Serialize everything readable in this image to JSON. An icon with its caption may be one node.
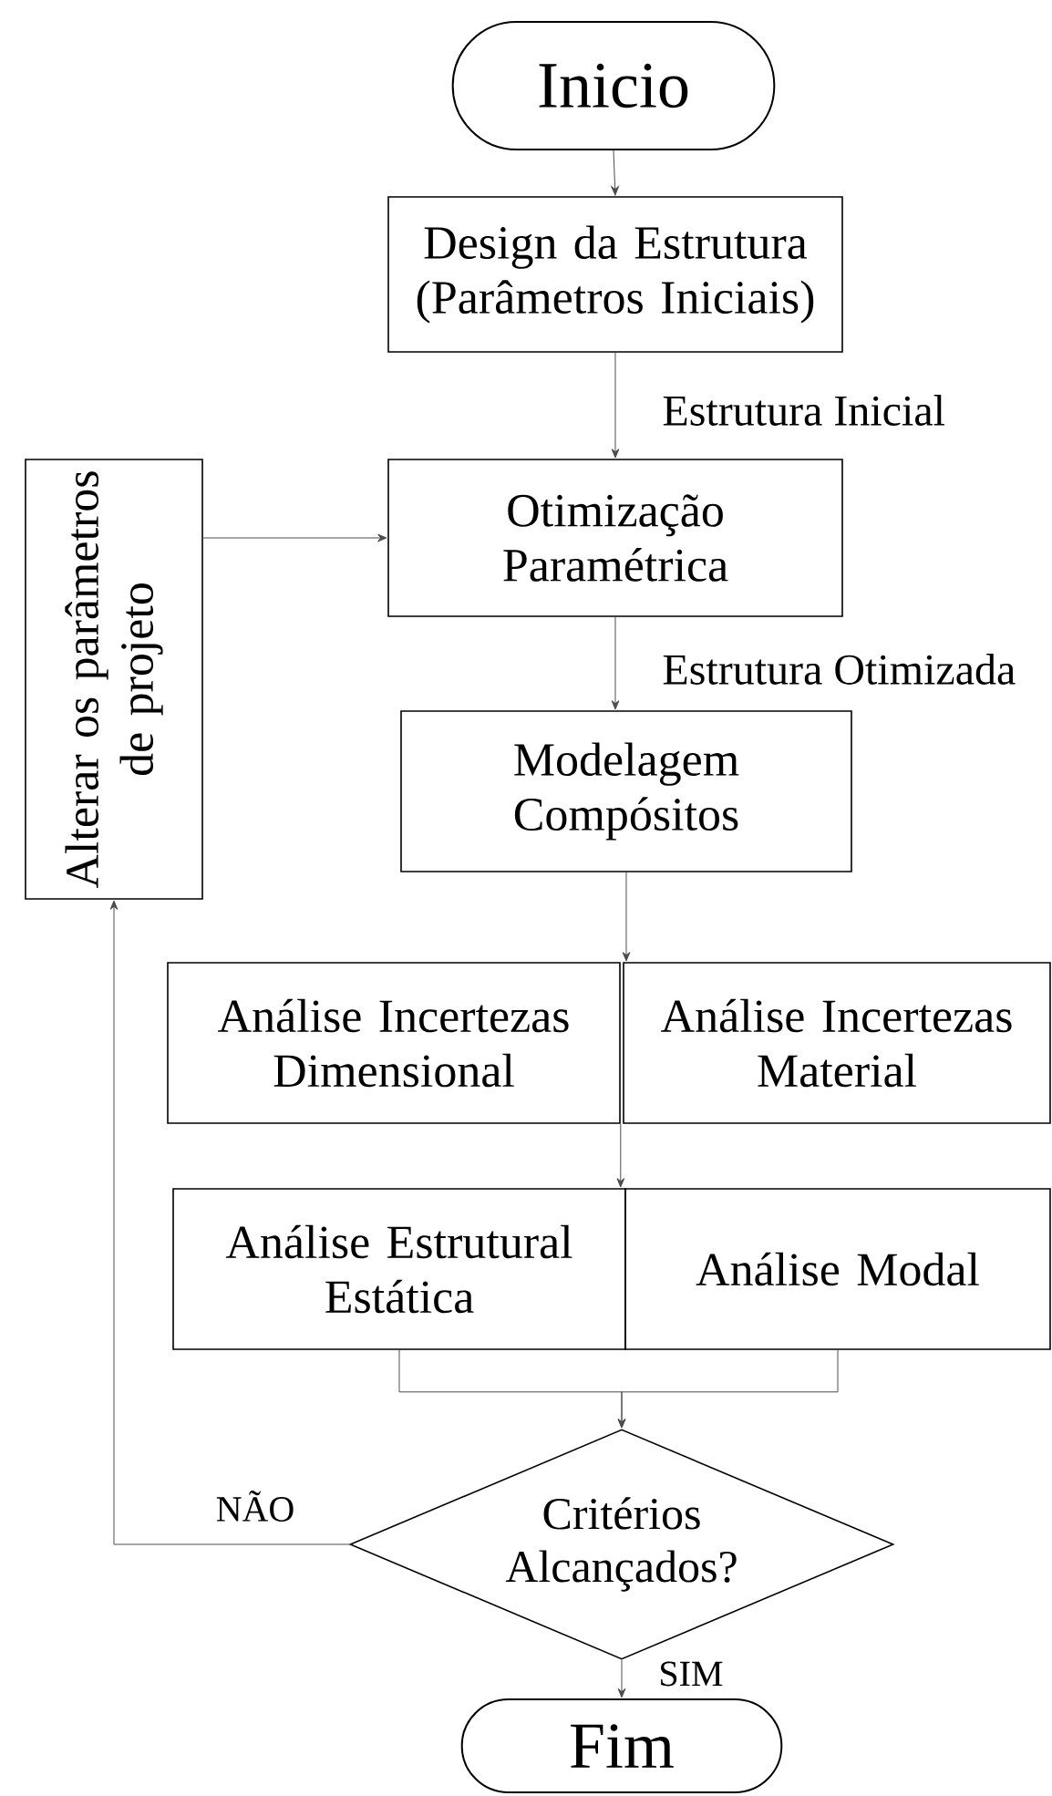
{
  "diagram": {
    "nodes": [
      {
        "text": [
          "Inicio"
        ]
      },
      {
        "text": [
          "Design da Estrutura (Parâmetros Iniciais)"
        ]
      },
      {
        "text": [
          "Otimização Paramétrica"
        ]
      },
      {
        "text": [
          "Alterar os parâmetros de projeto"
        ]
      },
      {
        "text": [
          "Modelagem Compósitos"
        ]
      },
      {
        "text": [
          "Análise Incertezas Dimensional"
        ]
      },
      {
        "text": [
          "Análise Incertezas Material"
        ]
      },
      {
        "text": [
          "Análise Estrutural Estática"
        ]
      },
      {
        "text": [
          "Análise Modal"
        ]
      },
      {
        "text": [
          "Critérios Alcançados?"
        ]
      },
      {
        "text": [
          "Fim"
        ]
      }
    ],
    "edges": [
      {
        "from": 0,
        "to": 1,
        "arrow": "to"
      },
      {
        "from": 1,
        "to": 2,
        "arrow": "to",
        "label": "Estrutura Inicial"
      },
      {
        "from": 3,
        "to": 2,
        "arrow": "to"
      },
      {
        "from": 2,
        "to": 4,
        "arrow": "to",
        "label": "Estrutura Otimizada"
      },
      {
        "from": 4,
        "to": 5,
        "arrow": "to"
      },
      {
        "from": 5,
        "to": 7,
        "arrow": "to"
      },
      {
        "from": 7,
        "to": 9,
        "arrow": "to"
      },
      {
        "from": 8,
        "to": 9,
        "arrow": "to"
      },
      {
        "from": 9,
        "to": 3,
        "arrow": "to",
        "label": "NÃO"
      },
      {
        "from": 9,
        "to": 10,
        "arrow": "to",
        "label": "SIM"
      }
    ]
  }
}
